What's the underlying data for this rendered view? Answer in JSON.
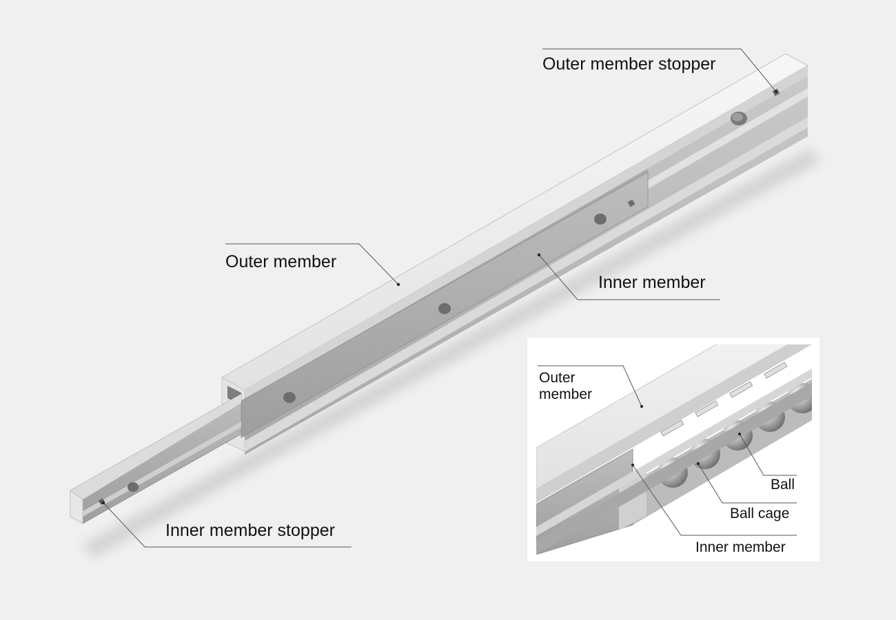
{
  "labels": {
    "outer_member_stopper": "Outer member stopper",
    "outer_member": "Outer member",
    "inner_member": "Inner member",
    "inner_member_stopper": "Inner member stopper"
  },
  "inset": {
    "outer_member_line1": "Outer",
    "outer_member_line2": "member",
    "ball": "Ball",
    "ball_cage": "Ball cage",
    "inner_member": "Inner member"
  },
  "colors": {
    "background": "#f0f0f0",
    "metal_light": "#d9d9d9",
    "metal_mid": "#b8b8b8",
    "metal_dark": "#8f8f8f",
    "leader_line": "#555555"
  }
}
